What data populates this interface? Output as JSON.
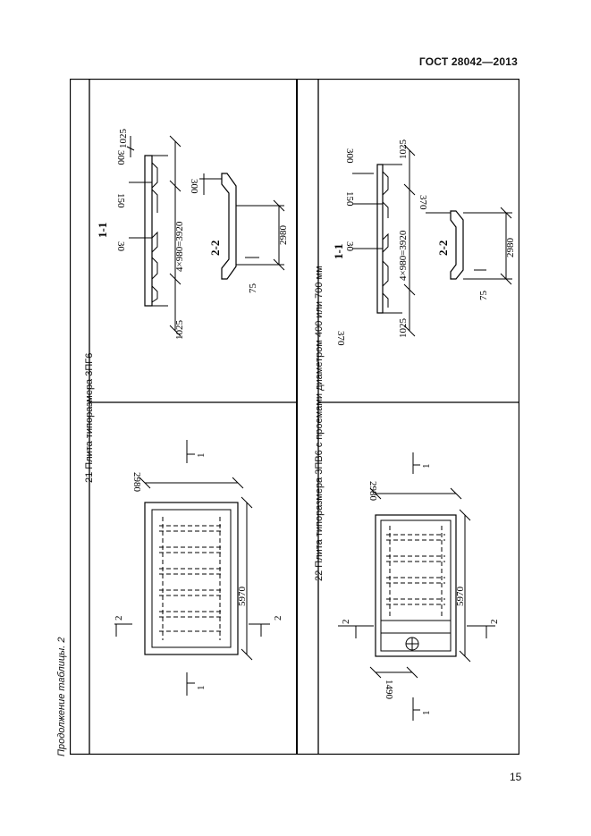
{
  "header": {
    "standard": "ГОСТ 28042—2013"
  },
  "page_number": "15",
  "table": {
    "continuation": "Продолжение таблицы. 2",
    "rows": [
      {
        "title": "21 Плита типоразмера 3ПГ6",
        "plan": {
          "length": "5970",
          "width": "2980",
          "section_1": "1",
          "section_2": "2"
        },
        "sections": {
          "label_1": "1-1",
          "label_2": "2-2",
          "dim_end_a": "1025",
          "dim_end_b": "1025",
          "dim_mid": "4×980=3920",
          "dim_300": "300",
          "dim_150": "150",
          "dim_30": "30",
          "dim_300b": "300",
          "dim_2980": "2980",
          "dim_75": "75"
        }
      },
      {
        "title": "22 Плита типоразмера 3ПВ6 с проемами диаметром 400 или 700 мм",
        "plan": {
          "length": "5970",
          "width": "2980",
          "offset": "1490",
          "section_1": "1",
          "section_2": "2"
        },
        "sections": {
          "label_1": "1-1",
          "label_2": "2-2",
          "dim_end_a": "1025",
          "dim_end_b": "1025",
          "dim_mid": "4×980=3920",
          "dim_300": "300",
          "dim_150": "150",
          "dim_30": "30",
          "dim_370": "370",
          "dim_370b": "370",
          "dim_2980": "2980",
          "dim_75": "75"
        }
      }
    ]
  }
}
